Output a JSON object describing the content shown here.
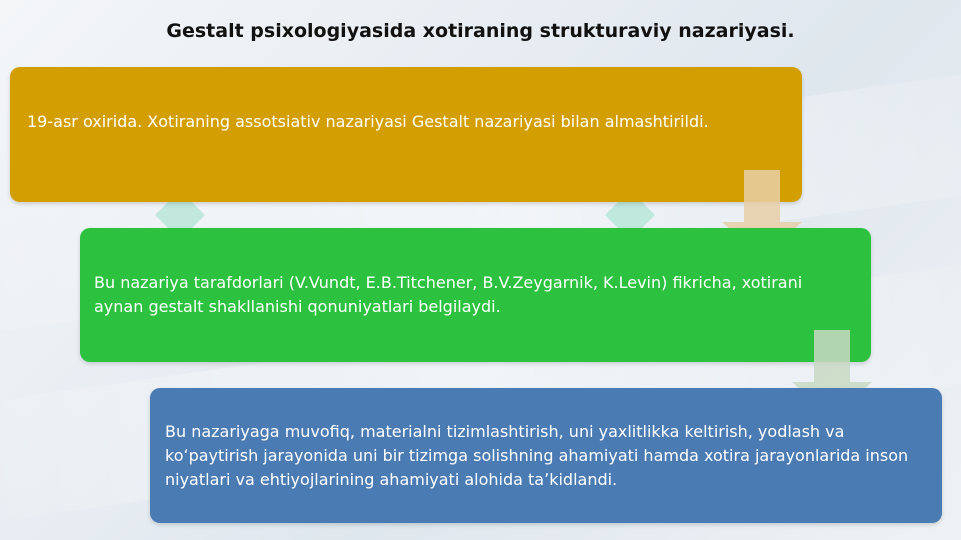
{
  "title": "Gestalt psixologiyasida xotiraning strukturaviy nazariyasi.",
  "steps": [
    {
      "text": "19-asr oxirida. Xotiraning assotsiativ nazariyasi Gestalt nazariyasi bilan almashtirildi.",
      "color": "#d39e00"
    },
    {
      "text": "Bu nazariya tarafdorlari (V.Vundt, E.B.Titchener, B.V.Zeygarnik, K.Levin) fikricha, xotirani aynan gestalt shakllanishi qonuniyatlari belgilaydi.",
      "color": "#2cc240"
    },
    {
      "text": "Bu nazariyaga muvofiq, materialni tizimlashtirish, uni yaxlitlikka keltirish, yodlash va koʻpaytirish jarayonida uni bir tizimga solishning ahamiyati hamda xotira jarayonlarida inson niyatlari va ehtiyojlarining ahamiyati alohida taʼkidlandi.",
      "color": "#4a7bb3"
    }
  ],
  "arrow_color": "#e8cfa6",
  "arrow2_color": "#c9d9c3"
}
